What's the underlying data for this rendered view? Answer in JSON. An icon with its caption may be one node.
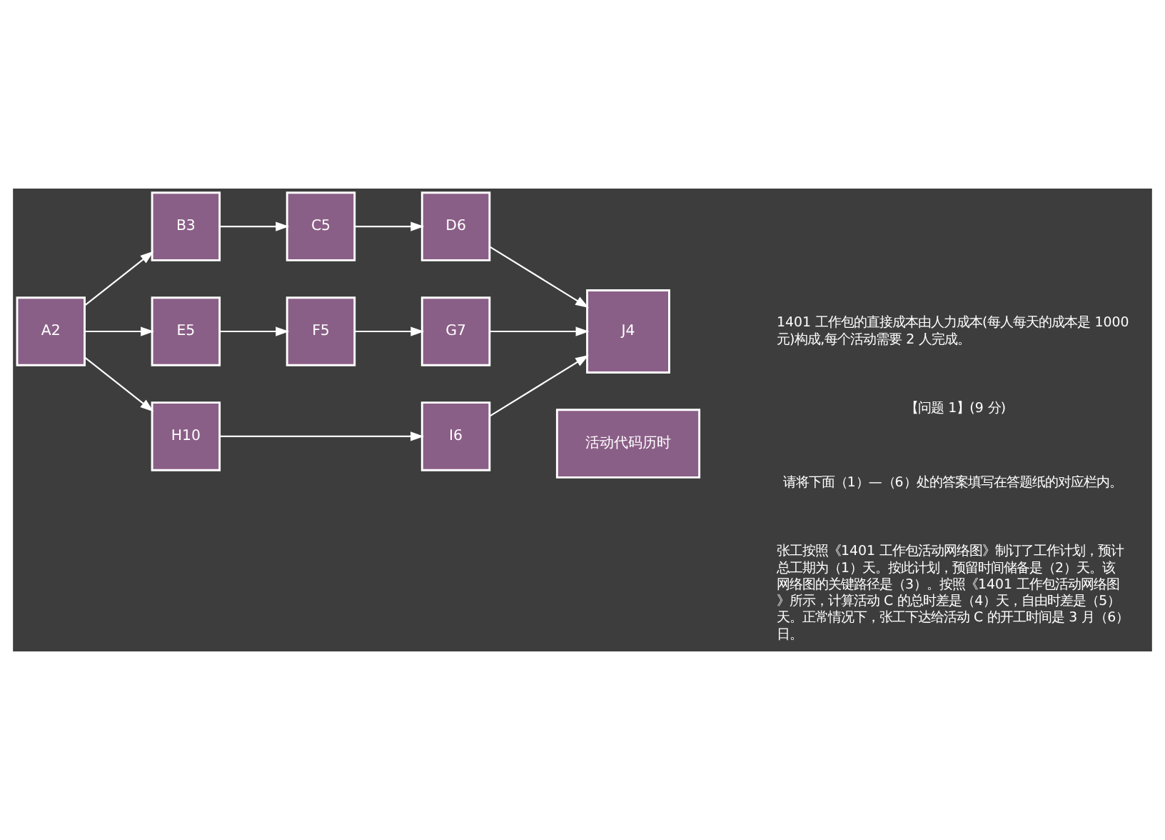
{
  "diagram": {
    "nodes": [
      {
        "text": [
          "A2"
        ]
      },
      {
        "text": [
          "B3"
        ]
      },
      {
        "text": [
          "C5"
        ]
      },
      {
        "text": [
          "D6"
        ]
      },
      {
        "text": [
          "E5"
        ]
      },
      {
        "text": [
          "F5"
        ]
      },
      {
        "text": [
          "G7"
        ]
      },
      {
        "text": [
          "H10"
        ]
      },
      {
        "text": [
          "I6"
        ]
      },
      {
        "text": [
          "J4"
        ]
      },
      {
        "text": [
          "活动代码历时"
        ]
      }
    ],
    "edges": [
      {
        "from": 0,
        "to": 1,
        "arrow": "to"
      },
      {
        "from": 1,
        "to": 2,
        "arrow": "to"
      },
      {
        "from": 2,
        "to": 3,
        "arrow": "to"
      },
      {
        "from": 3,
        "to": 9,
        "arrow": "to"
      },
      {
        "from": 0,
        "to": 4,
        "arrow": "to"
      },
      {
        "from": 4,
        "to": 5,
        "arrow": "to"
      },
      {
        "from": 5,
        "to": 6,
        "arrow": "to"
      },
      {
        "from": 6,
        "to": 9,
        "arrow": "to"
      },
      {
        "from": 0,
        "to": 7,
        "arrow": "to"
      },
      {
        "from": 7,
        "to": 8,
        "arrow": "to"
      },
      {
        "from": 8,
        "to": 9,
        "arrow": "to"
      }
    ],
    "labels": [
      "1401 工作包的直接成本由人力成本(每人每天的成本是 1000 元)构成,每个活动需要 2 人完成。",
      "【问题 1】(9 分)",
      "请将下面（1）—（6）处的答案填写在答题纸的对应栏内。",
      "张工按照《1401 工作包活动网络图》制订了工作计划，预计总工期为（1）天。按此计划，预留时间储备是（2）天。该网络图的关键路径是（3）。按照《1401 工作包活动网络图》所示，计算活动 C 的总时差是（4）天，自由时差是（5）天。正常情况下，张工下达给活动 C 的开工时间是 3 月（6）日。"
    ]
  }
}
